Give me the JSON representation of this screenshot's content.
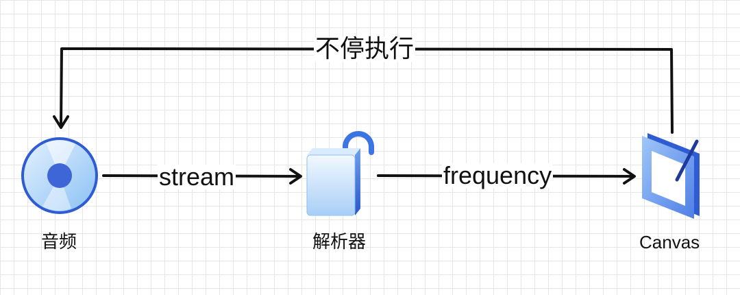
{
  "diagram": {
    "loop_label": "不停执行",
    "nodes": {
      "audio": {
        "label": "音频",
        "icon": "cd-disc-icon"
      },
      "parser": {
        "label": "解析器",
        "icon": "open-padlock-icon"
      },
      "canvas": {
        "label": "Canvas",
        "icon": "canvas-frame-icon"
      }
    },
    "edges": [
      {
        "from": "audio",
        "to": "parser",
        "label": "stream"
      },
      {
        "from": "parser",
        "to": "canvas",
        "label": "frequency"
      },
      {
        "from": "canvas",
        "to": "audio",
        "label": "不停执行"
      }
    ]
  },
  "colors": {
    "stroke": "#111111",
    "grid": "#e6e6e6",
    "accent_light": "#a9d4fb",
    "accent_dark": "#2f5bd3"
  }
}
